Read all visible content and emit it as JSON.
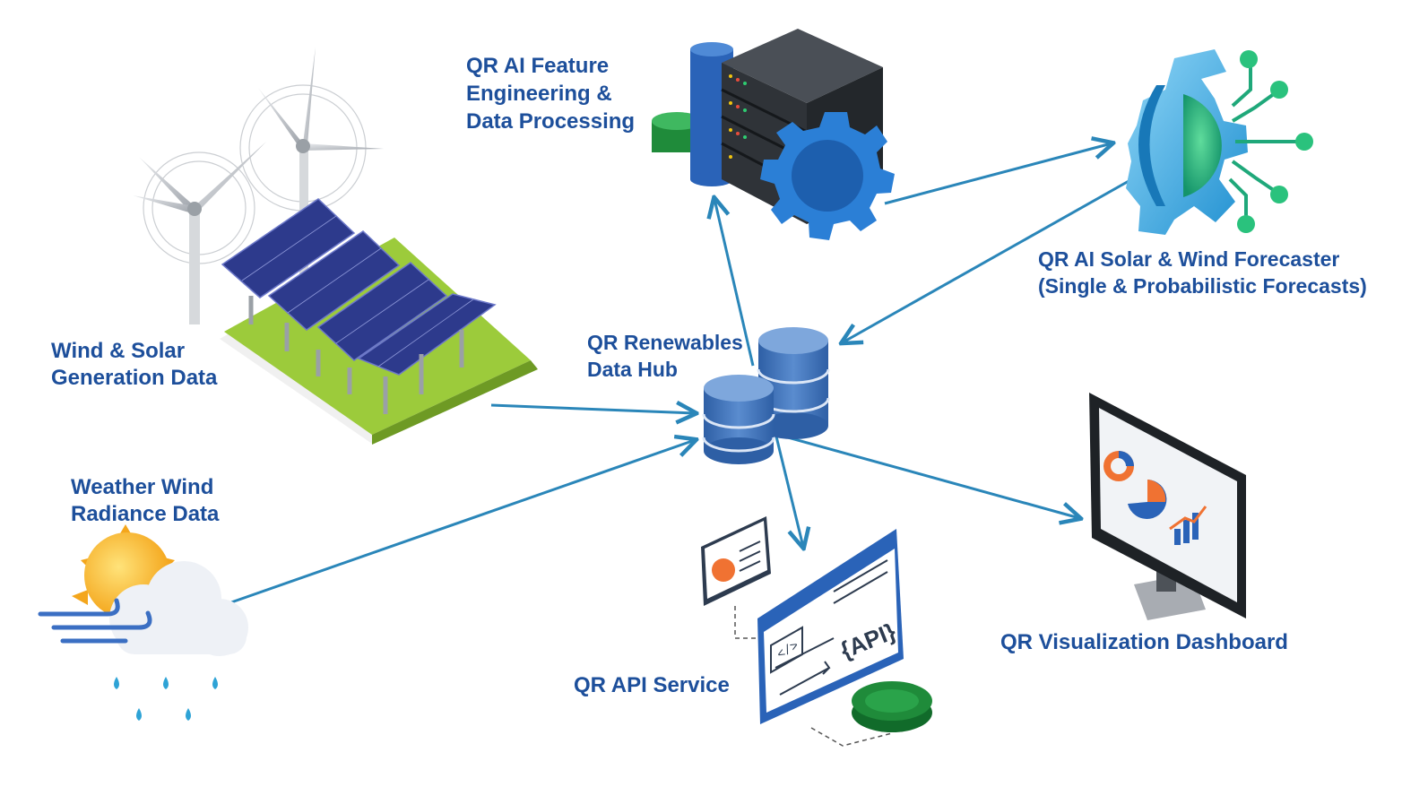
{
  "diagram": {
    "colors": {
      "label_text": "#1d4f9b",
      "arrow": "#2a86b9",
      "db_blue": "#3d6fb5",
      "server_dark": "#2f3338",
      "gear_blue": "#2b7fd6",
      "api_green": "#1f8b3a",
      "panel_navy": "#2d3a8c",
      "grass_green": "#9ccb3b"
    },
    "nodes": {
      "wind_solar": {
        "title_line1": "Wind & Solar",
        "title_line2": "Generation Data",
        "icon": "wind-turbine-solar-farm-icon"
      },
      "weather": {
        "title_line1": "Weather Wind",
        "title_line2": "Radiance Data",
        "icon": "sun-cloud-wind-rain-icon"
      },
      "feature_eng": {
        "title_line1": "QR AI Feature",
        "title_line2": "Engineering &",
        "title_line3": "Data Processing",
        "icon": "server-rack-gear-icon"
      },
      "forecaster": {
        "title_line1": "QR AI Solar & Wind Forecaster",
        "title_line2": "(Single & Probabilistic Forecasts)",
        "icon": "ai-brain-gear-icon"
      },
      "hub": {
        "title_line1": "QR Renewables",
        "title_line2": "Data Hub",
        "icon": "database-stack-icon"
      },
      "api": {
        "title": "QR API Service",
        "icon": "api-window-icon",
        "badge_text": "{API}"
      },
      "dashboard": {
        "title": "QR Visualization Dashboard",
        "icon": "monitor-dashboard-icon"
      }
    }
  }
}
